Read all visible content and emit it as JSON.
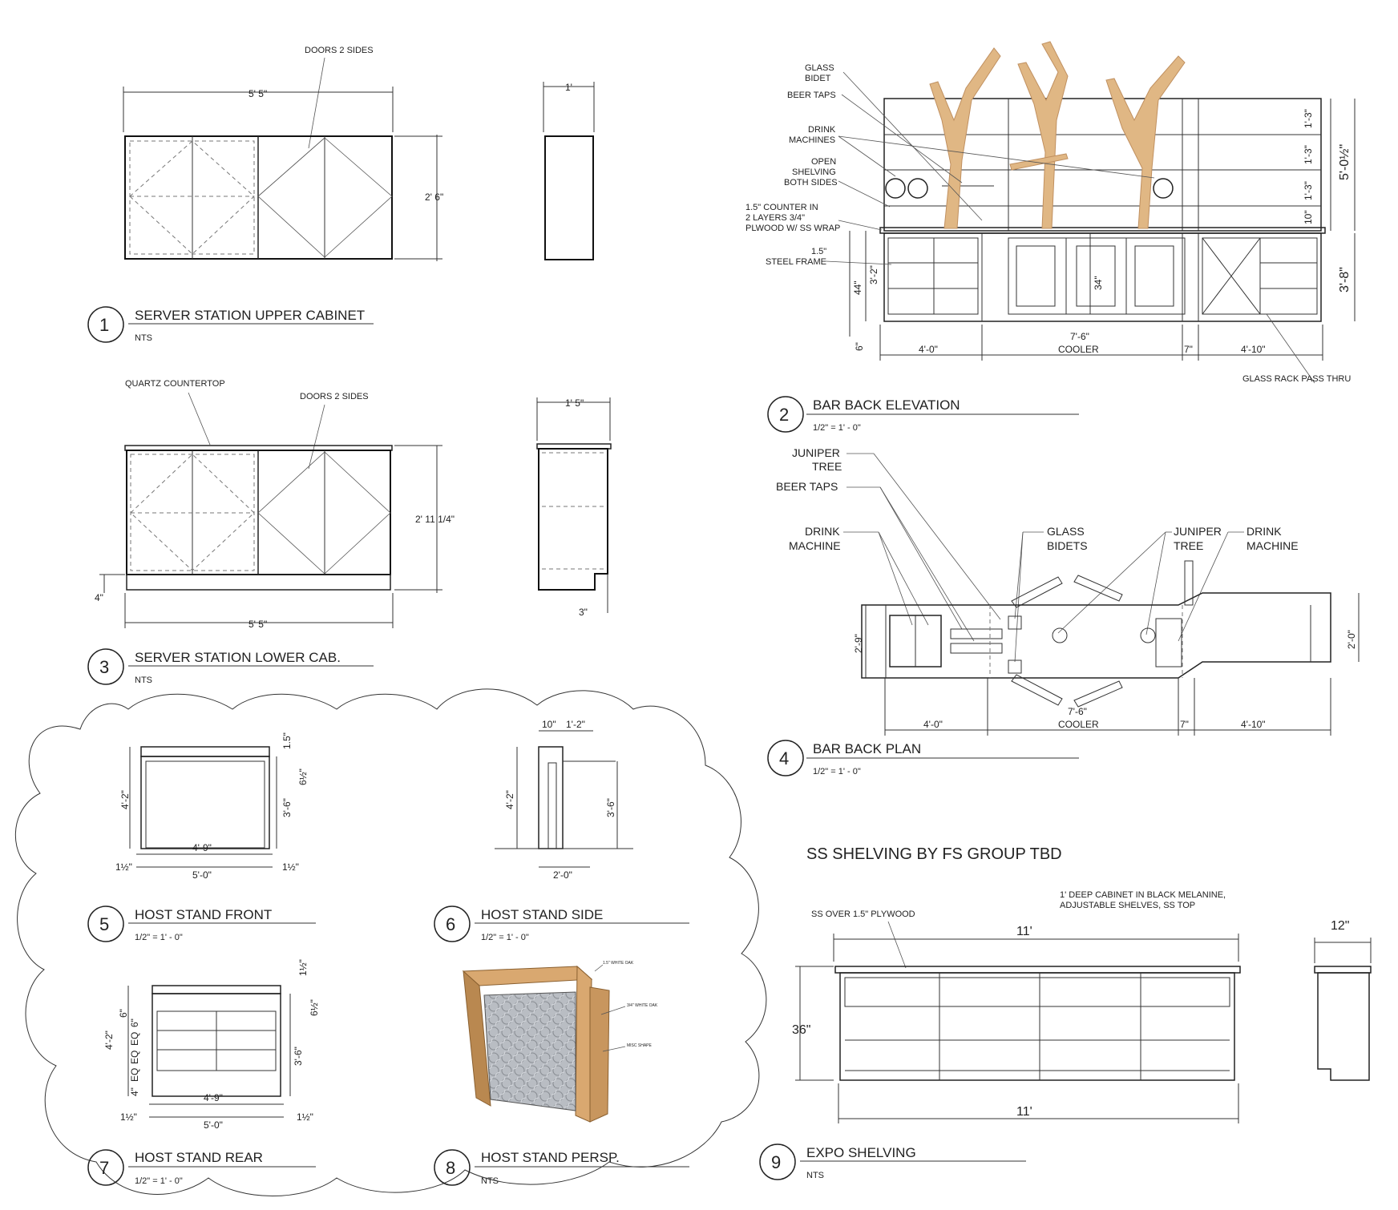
{
  "details": {
    "d1": {
      "num": "1",
      "title": "SERVER STATION UPPER CABINET",
      "scale": "NTS",
      "note_doors": "DOORS 2 SIDES",
      "dim_width": "5' 5\"",
      "dim_height": "2' 6\"",
      "dim_depth": "1'"
    },
    "d2": {
      "num": "2",
      "title": "BAR BACK ELEVATION",
      "scale": "1/2\"  =  1' - 0\"",
      "notes": {
        "glass_bidet_1": "GLASS",
        "glass_bidet_2": "BIDET",
        "beer_taps": "BEER TAPS",
        "drink_1": "DRINK",
        "drink_2": "MACHINES",
        "open_1": "OPEN",
        "open_2": "SHELVING",
        "open_3": "BOTH SIDES",
        "counter_1": "1.5\" COUNTER IN",
        "counter_2": "2 LAYERS 3/4\"",
        "counter_3": "PLWOOD W/ SS WRAP",
        "steel_1": "1.5\"",
        "steel_2": "STEEL FRAME",
        "glass_rack": "GLASS RACK PASS THRU"
      },
      "dims": {
        "h1": "1'-3\"",
        "h2": "1'-3\"",
        "h3": "1'-3\"",
        "h4": "10\"",
        "h_upper": "5'-0½\"",
        "h_lower": "3'-8\"",
        "h44": "44\"",
        "h32": "3'-2\"",
        "h6": "6\"",
        "h34": "34\"",
        "w1": "4'-0\"",
        "w2": "7'-6\"",
        "w2_sub": "COOLER",
        "w3": "7\"",
        "w4": "4'-10\""
      }
    },
    "d3": {
      "num": "3",
      "title": "SERVER STATION LOWER CAB.",
      "scale": "NTS",
      "note_top": "QUARTZ COUNTERTOP",
      "note_doors": "DOORS 2 SIDES",
      "dim_width": "5' 5\"",
      "dim_height": "2' 11 1/4\"",
      "dim_toe": "4\"",
      "dim_depth": "1' 5\"",
      "dim_kick": "3\""
    },
    "d4": {
      "num": "4",
      "title": "BAR BACK PLAN",
      "scale": "1/2\"  =  1' - 0\"",
      "labels": {
        "juniper_1": "JUNIPER",
        "juniper_2": "TREE",
        "beer_taps": "BEER TAPS",
        "drink_1": "DRINK",
        "drink_2": "MACHINE",
        "bidets_1": "GLASS",
        "bidets_2": "BIDETS",
        "juniper_r1": "JUNIPER",
        "juniper_r2": "TREE",
        "drink_r1": "DRINK",
        "drink_r2": "MACHINE"
      },
      "dims": {
        "d_left": "2'-9\"",
        "d_right": "2'-0\"",
        "w1": "4'-0\"",
        "w2": "7'-6\"",
        "w2_sub": "COOLER",
        "w3": "7\"",
        "w4": "4'-10\""
      }
    },
    "d5": {
      "num": "5",
      "title": "HOST STAND FRONT",
      "scale": "1/2\"  =  1' - 0\"",
      "dims": {
        "top": "1.5\"",
        "h_total": "4'-2\"",
        "h_front": "3'-6\"",
        "side": "6½\"",
        "inner": "4'-9\"",
        "outer": "5'-0\"",
        "leg_l": "1½\"",
        "leg_r": "1½\""
      }
    },
    "d6": {
      "num": "6",
      "title": "HOST STAND SIDE",
      "scale": "1/2\"  =  1' - 0\"",
      "dims": {
        "top_a": "10\"",
        "top_b": "1'-2\"",
        "h_total": "4'-2\"",
        "h_front": "3'-6\"",
        "depth": "2'-0\""
      }
    },
    "d7": {
      "num": "7",
      "title": "HOST STAND REAR",
      "scale": "1/2\"  =  1' - 0\"",
      "dims": {
        "top": "1½\"",
        "h_total": "4'-2\"",
        "h_front": "3'-6\"",
        "side": "6½\"",
        "s1": "6\"",
        "s2": "EQ",
        "s3": "6\"",
        "s4": "EQ",
        "s5": "EQ",
        "s6": "4\"",
        "inner": "4'-9\"",
        "outer": "5'-0\"",
        "leg_l": "1½\"",
        "leg_r": "1½\""
      }
    },
    "d8": {
      "num": "8",
      "title": "HOST STAND PERSP.",
      "scale": "NTS",
      "notes": {
        "n1": "1.5\" WHITE OAK",
        "n2": "3/4\" WHITE OAK",
        "n3": "MISC SHAPE"
      }
    },
    "d9": {
      "num": "9",
      "title": "EXPO SHELVING",
      "scale": "NTS",
      "header": "SS SHELVING BY FS GROUP TBD",
      "note_cab_1": "1' DEEP CABINET IN BLACK MELANINE,",
      "note_cab_2": "ADJUSTABLE SHELVES, SS TOP",
      "note_ss": "SS OVER 1.5\" PLYWOOD",
      "dims": {
        "width_top": "11'",
        "width_bottom": "11'",
        "height": "36\"",
        "depth": "12\""
      }
    }
  },
  "colors": {
    "line": "#222222",
    "wood": "#d9a870",
    "wood_dark": "#b98850",
    "panel": "#b8bcc2",
    "tree": "#e0b784"
  }
}
